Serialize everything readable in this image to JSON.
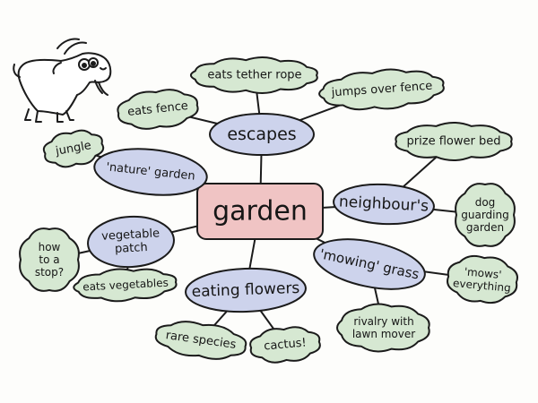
{
  "colors": {
    "center": "#f0c4c4",
    "topic": "#cdd3ec",
    "leaf": "#d6e8d2",
    "goat": "#ffffff"
  },
  "center": {
    "label": "garden"
  },
  "topics": [
    {
      "id": "escapes",
      "label": "escapes"
    },
    {
      "id": "nature-garden",
      "label": "'nature' garden"
    },
    {
      "id": "neighbours",
      "label": "neighbour's"
    },
    {
      "id": "vegetable-patch",
      "label": [
        "vegetable",
        "patch"
      ]
    },
    {
      "id": "mowing-grass",
      "label": "'mowing' grass"
    },
    {
      "id": "eating-flowers",
      "label": "eating flowers"
    }
  ],
  "leaves": [
    {
      "id": "eats-fence",
      "parent": "escapes",
      "label": "eats fence"
    },
    {
      "id": "eats-tether-rope",
      "parent": "escapes",
      "label": "eats tether rope"
    },
    {
      "id": "jumps-over-fence",
      "parent": "escapes",
      "label": "jumps over fence"
    },
    {
      "id": "jungle",
      "parent": "nature-garden",
      "label": "jungle"
    },
    {
      "id": "prize-flower-bed",
      "parent": "neighbours",
      "label": "prize flower bed"
    },
    {
      "id": "dog-guarding-garden",
      "parent": "neighbours",
      "label": [
        "dog",
        "guarding",
        "garden"
      ]
    },
    {
      "id": "how-to-stop",
      "parent": "vegetable-patch",
      "label": [
        "how",
        "to a",
        "stop?"
      ]
    },
    {
      "id": "eats-vegetables",
      "parent": "vegetable-patch",
      "label": "eats vegetables"
    },
    {
      "id": "mows-everything",
      "parent": "mowing-grass",
      "label": [
        "'mows'",
        "everything"
      ]
    },
    {
      "id": "rivalry-with-lawn-mover",
      "parent": "mowing-grass",
      "label": [
        "rivalry with",
        "lawn mover"
      ]
    },
    {
      "id": "rare-species",
      "parent": "eating-flowers",
      "label": "rare species"
    },
    {
      "id": "cactus",
      "parent": "eating-flowers",
      "label": "cactus!"
    }
  ],
  "illustration": {
    "icon": "goat-icon"
  }
}
